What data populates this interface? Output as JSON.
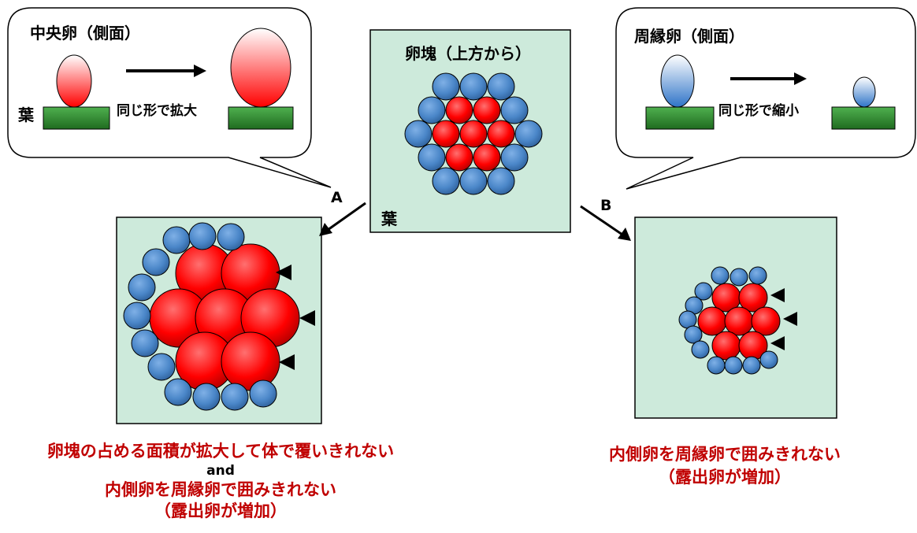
{
  "callout_left": {
    "title": "中央卵（側面）",
    "leaf_label": "葉",
    "arrow_label": "同じ形で拡大"
  },
  "callout_right": {
    "title": "周縁卵（側面）",
    "arrow_label": "同じ形で縮小"
  },
  "center_panel": {
    "title": "卵塊（上方から）",
    "leaf_label": "葉"
  },
  "arrows": {
    "a": "A",
    "b": "B"
  },
  "caption_a": {
    "line1": "卵塊の占める面積が拡大して体で覆いきれない",
    "line2": "and",
    "line3": "内側卵を周縁卵で囲みきれない",
    "line4": "（露出卵が増加）"
  },
  "caption_b": {
    "line1": "内側卵を周縁卵で囲みきれない",
    "line2": "（露出卵が増加）"
  },
  "colors": {
    "panel_fill": "#cdeadb",
    "central_egg": "#ff0000",
    "peripheral_egg": "#4a86c8",
    "leaf": "#2e8b2e",
    "caption": "#c00000"
  }
}
